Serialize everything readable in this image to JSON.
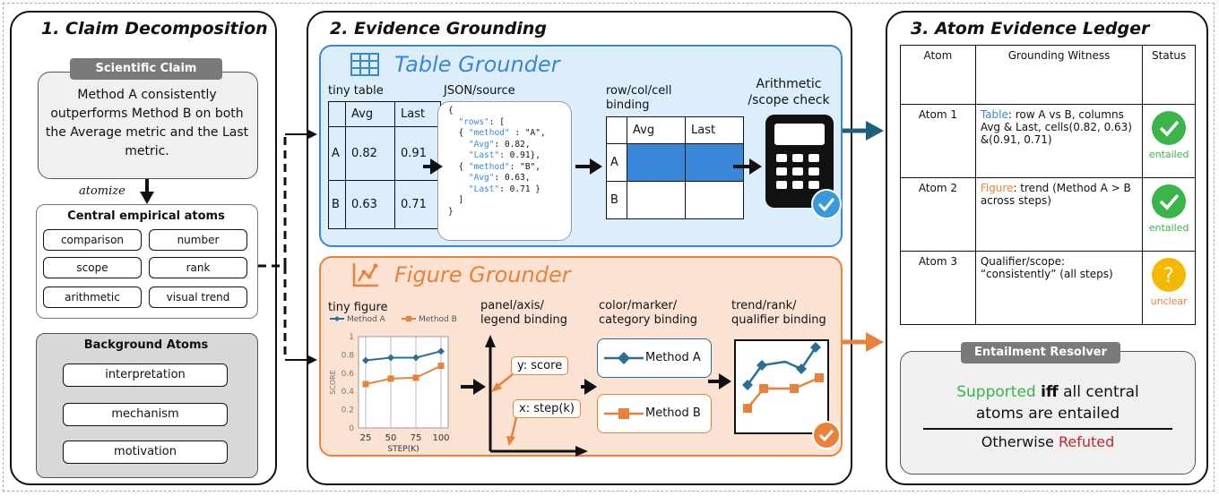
{
  "panel1": {
    "title": "1. Claim Decomposition",
    "claim_pill": "Scientific Claim",
    "claim_text": "Method A consistently outperforms Method B on both the Average metric and the Last metric.",
    "atomize": "atomize",
    "central_title": "Central empirical atoms",
    "central_atoms": [
      "comparison",
      "number",
      "scope",
      "rank",
      "arithmetic",
      "visual trend"
    ],
    "background_title": "Background Atoms",
    "background_atoms": [
      "interpretation",
      "mechanism",
      "motivation"
    ]
  },
  "panel2": {
    "title": "2. Evidence Grounding",
    "table_grounder": {
      "title": "Table Grounder",
      "tiny_table_label": "tiny table",
      "json_label": "JSON/source",
      "binding_label_1": "row/col/cell",
      "binding_label_2": "binding",
      "check_label_1": "Arithmetic",
      "check_label_2": "/scope check",
      "headers": [
        "Avg",
        "Last"
      ],
      "rows": [
        {
          "name": "A",
          "avg": "0.82",
          "last": "0.91"
        },
        {
          "name": "B",
          "avg": "0.63",
          "last": "0.71"
        }
      ],
      "json_lines": [
        "{",
        "  \"rows\": [",
        "  { \"method\" : \"A\",",
        "    \"Avg\": 0.82,",
        "    \"Last\": 0.91},",
        "  { \"method\": \"B\",",
        "    \"Avg\": 0.63,",
        "    \"Last\": 0.71 }",
        "  ]",
        "}"
      ]
    },
    "figure_grounder": {
      "title": "Figure Grounder",
      "tiny_figure_label": "tiny figure",
      "panel_label_1": "panel/axis/",
      "panel_label_2": "legend binding",
      "color_label_1": "color/marker/",
      "color_label_2": "category binding",
      "trend_label_1": "trend/rank/",
      "trend_label_2": "qualifier binding",
      "y_axis_callout": "y: score",
      "x_axis_callout": "x: step(k)",
      "legend_a": "Method A",
      "legend_b": "Method B"
    }
  },
  "panel3": {
    "title": "3. Atom Evidence Ledger",
    "headers": [
      "Atom",
      "Grounding Witness",
      "Status"
    ],
    "rows": [
      {
        "atom": "Atom 1",
        "source": "Table",
        "witness": ": row A vs B, columns Avg & Last, cells(0.82, 0.63) &(0.91, 0.71)",
        "status": "entailed"
      },
      {
        "atom": "Atom 2",
        "source": "Figure",
        "witness": ": trend (Method A > B across steps)",
        "status": "entailed"
      },
      {
        "atom": "Atom 3",
        "source": "",
        "witness": "Qualifier/scope: “consistently” (all steps)",
        "status": "unclear"
      }
    ],
    "resolver_title": "Entailment Resolver",
    "resolver_supported": "Supported",
    "resolver_iff": "iff",
    "resolver_rest": "all central",
    "resolver_line2": "atoms are entailed",
    "resolver_otherwise": "Otherwise",
    "resolver_refuted": "Refuted"
  },
  "chart_data": {
    "type": "line",
    "title": "",
    "xlabel": "STEP(K)",
    "ylabel": "SCORE",
    "x": [
      25,
      50,
      75,
      100
    ],
    "ylim": [
      0,
      1
    ],
    "yticks": [
      0,
      0.2,
      0.4,
      0.6,
      0.8,
      1
    ],
    "series": [
      {
        "name": "Method A",
        "values": [
          0.74,
          0.77,
          0.77,
          0.84
        ],
        "color": "#2a6f97",
        "marker": "diamond"
      },
      {
        "name": "Method B",
        "values": [
          0.48,
          0.54,
          0.55,
          0.68
        ],
        "color": "#e8823a",
        "marker": "square"
      }
    ]
  },
  "colors": {
    "table_blue": "#3a86d9",
    "figure_orange": "#e8823a",
    "table_bg": "#dceefb",
    "figure_bg": "#fbe2d3",
    "entailed_green": "#3bb54a",
    "unclear_yellow": "#f5b800",
    "refuted_red": "#c0282d",
    "arrow_teal": "#1f5f7a"
  }
}
